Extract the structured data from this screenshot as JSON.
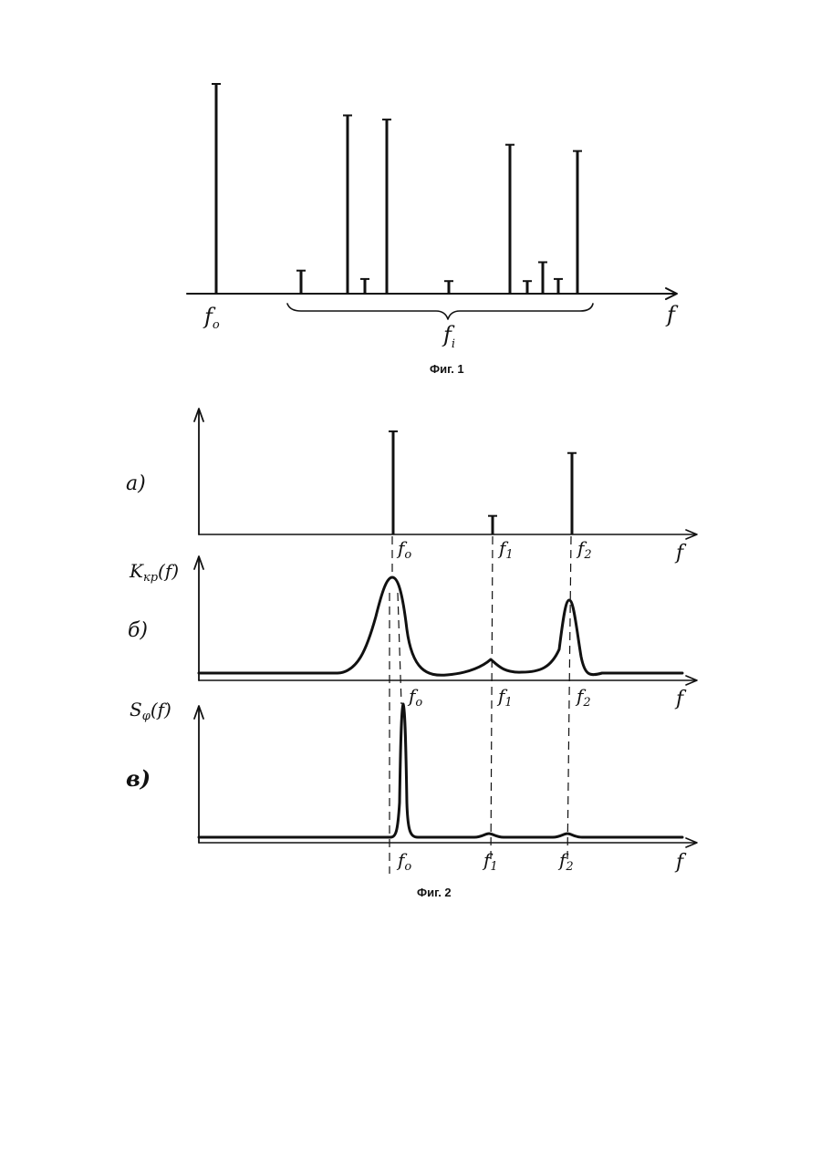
{
  "figure1": {
    "caption": "Фиг. 1",
    "axis_label": "f",
    "carrier_label": "f",
    "carrier_sub": "o",
    "brace_label": "f",
    "brace_sub": "i",
    "lines_relative_height": [
      1.0,
      0.11,
      0.85,
      0.07,
      0.83,
      0.06,
      0.71,
      0.06,
      0.15,
      0.07,
      0.68
    ]
  },
  "figure2": {
    "caption": "Фиг. 2",
    "panel_a": {
      "letter": "а)",
      "axis_label": "f",
      "line_relative_height": {
        "f0": 1.0,
        "f1": 0.18,
        "f2": 0.79
      },
      "tick_labels": [
        {
          "base": "f",
          "sub": "o"
        },
        {
          "base": "f",
          "sub": "1"
        },
        {
          "base": "f",
          "sub": "2"
        }
      ]
    },
    "panel_b": {
      "letter": "б)",
      "ylabel_base": "K",
      "ylabel_sub": "кр",
      "ylabel_tail": "(f)",
      "axis_label": "f",
      "tick_labels": [
        {
          "base": "f",
          "sub": "o"
        },
        {
          "base": "f",
          "sub": "1"
        },
        {
          "base": "f",
          "sub": "2"
        }
      ]
    },
    "panel_c": {
      "letter": "в)",
      "ylabel_base": "S",
      "ylabel_sub": "φ",
      "ylabel_tail": "(f)",
      "axis_label": "f",
      "tick_labels": [
        {
          "base": "f",
          "sub": "o"
        },
        {
          "base": "f",
          "sub": "1"
        },
        {
          "base": "f",
          "sub": "2"
        }
      ]
    }
  }
}
